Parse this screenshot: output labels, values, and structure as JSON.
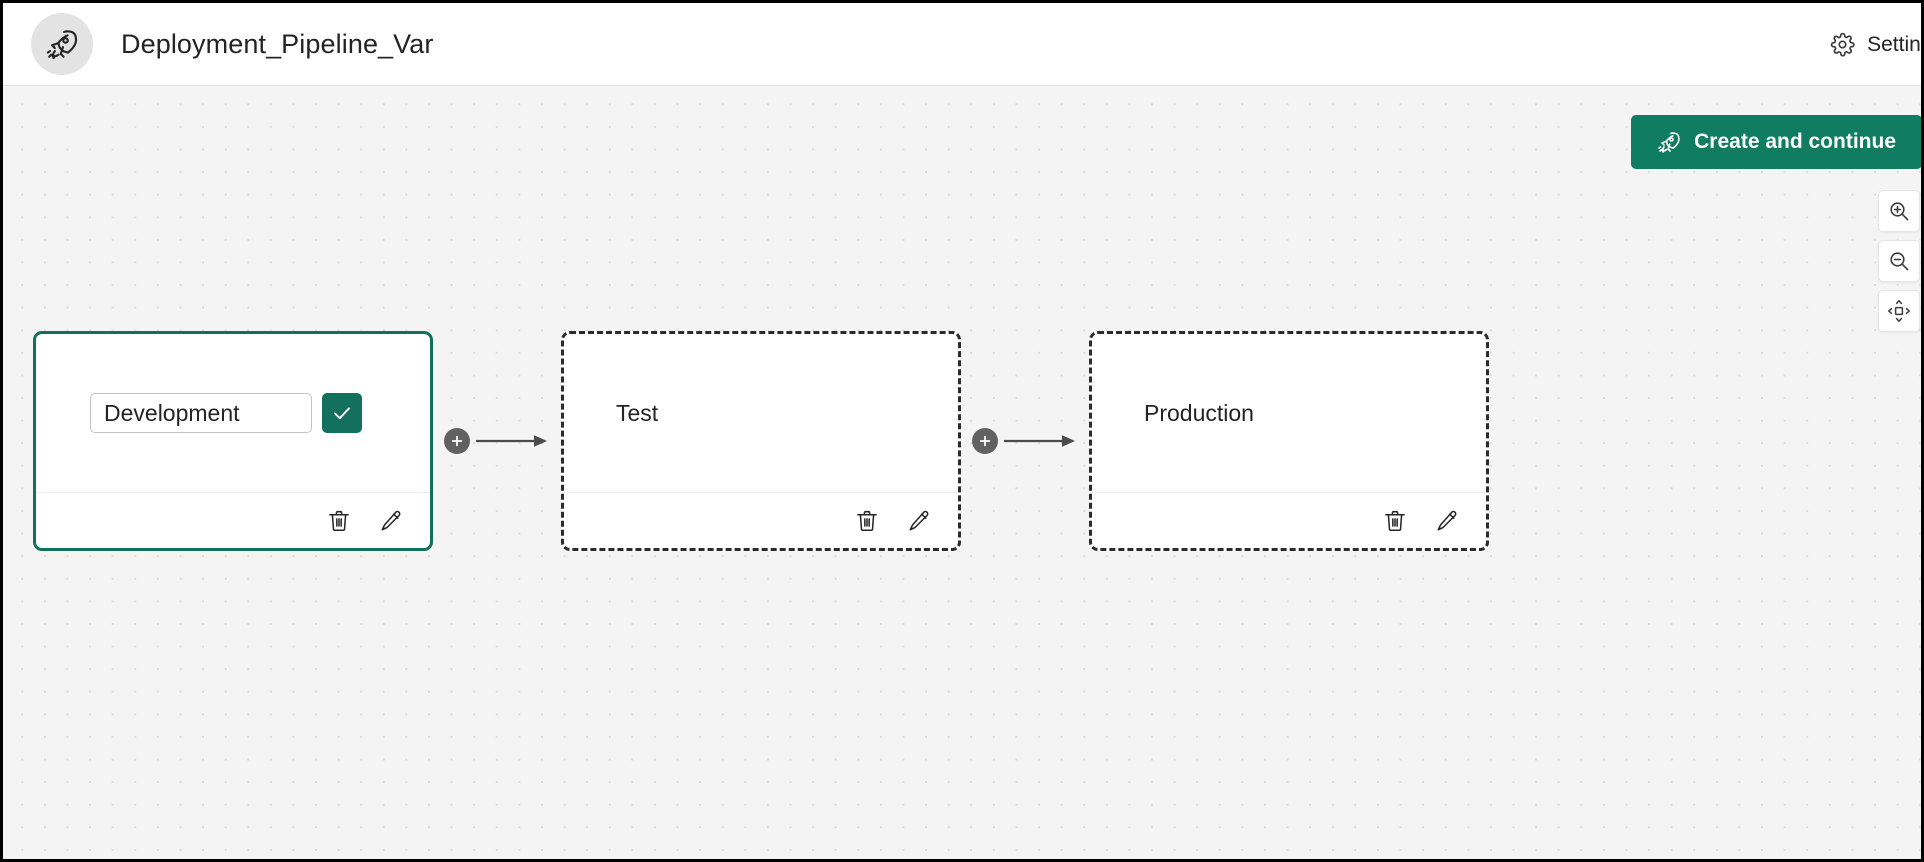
{
  "header": {
    "logo_icon": "rocket-icon",
    "title": "Deployment_Pipeline_Var",
    "settings_label": "Settings",
    "settings_icon": "gear-icon"
  },
  "toolbar": {
    "create_label": "Create and continue",
    "create_icon": "rocket-icon",
    "create_color": "#107c61"
  },
  "zoom_controls": [
    {
      "name": "zoom-in",
      "icon": "zoom-in-icon"
    },
    {
      "name": "zoom-out",
      "icon": "zoom-out-icon"
    },
    {
      "name": "fit-to-view",
      "icon": "fit-to-view-icon"
    }
  ],
  "canvas": {
    "background_color": "#f4f4f4",
    "dot_color": "#dcdcdc"
  },
  "pipeline": {
    "stages": [
      {
        "name": "Development",
        "state": "editing",
        "selected": true,
        "input_value": "Development",
        "input_placeholder": "Stage name",
        "confirm_icon": "check-icon",
        "delete_icon": "trash-icon",
        "edit_icon": "pencil-icon"
      },
      {
        "name": "Test",
        "state": "default",
        "selected": false,
        "delete_icon": "trash-icon",
        "edit_icon": "pencil-icon"
      },
      {
        "name": "Production",
        "state": "default",
        "selected": false,
        "delete_icon": "trash-icon",
        "edit_icon": "pencil-icon"
      }
    ],
    "connectors": [
      {
        "add_icon": "plus-icon",
        "arrow_icon": "arrow-right-icon"
      },
      {
        "add_icon": "plus-icon",
        "arrow_icon": "arrow-right-icon"
      }
    ],
    "selected_border_color": "#12705c"
  }
}
